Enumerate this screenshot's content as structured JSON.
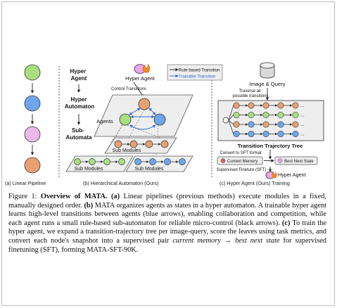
{
  "figure": {
    "panel_b": {
      "level_hyper_agent": [
        "Hyper",
        "Agent"
      ],
      "level_hyper_automaton": [
        "Hyper",
        "Automaton"
      ],
      "level_sub_automata": [
        "Sub-",
        "Automata"
      ],
      "hyper_agent_label": "Hyper Agent",
      "control_transitions_label": "Control Transitions",
      "legend": {
        "rule_based": "Rule-based Transition",
        "trainable": "Trainable Transition"
      },
      "agents_label": "Agents",
      "sub_modules_label": "Sub Modules"
    },
    "panel_c": {
      "image_query_label": "Image & Query",
      "traverse_label": [
        "Traverse all",
        "possible transitions"
      ],
      "tree_title": "Transition Trajectory Tree",
      "tree_rows": [
        [
          "#e8a070",
          "#e8a070",
          "#e8a070",
          "#e8a070",
          "#e8a070"
        ],
        [
          "#a9df7e",
          "#a9df7e",
          "#a9df7e",
          "#a9df7e",
          "#a9df7e"
        ],
        [
          "#e8a070",
          "#6fa5ec",
          "#e8a070",
          "#6fa5ec",
          "#e8a070"
        ],
        [
          "#6fa5ec",
          "#6fa5ec",
          "#6fa5ec",
          "#6fa5ec",
          "#6fa5ec"
        ]
      ],
      "tree_ellipsis": "...",
      "convert_label": "Convert to SFT format",
      "current_memory": "Current Memory",
      "best_next_state": "Best Next State",
      "sft_label": "Supervised Fineture (SFT)",
      "hyper_agent_label": "Hyper Agent"
    },
    "subcaptions": {
      "a": "(a) Linear Pipeline",
      "b": "(b) Hierarchical Automaton (Ours)",
      "c": "(c) Hyper Agent (Ours) Training"
    }
  },
  "caption": {
    "label": "Figure 1: ",
    "title": "Overview of MATA.",
    "a_marker": " (a)",
    "a_text": " Linear pipelines (previous methods) execute modules in a fixed, manually designed order.",
    "b_marker": " (b)",
    "b_text": " MATA organizes agents as states in a hyper automaton. A trainable hyper agent learns high-level transitions between agents (blue arrows), enabling collaboration and competition, while each agent runs a small rule-based sub-automaton for reliable micro-control (black arrows).",
    "c_marker": " (c)",
    "c_text_1": " To train the hyper agent, we expand a transition-trajectory tree per image-query, score the leaves using task metrics, and convert each node's snapshot into a supervised pair ",
    "c_italic_1": "current memory",
    "c_arrow": " → ",
    "c_italic_2": "best next state",
    "c_text_2": " for supervised finetuning (SFT), forming MATA-SFT-90K."
  }
}
